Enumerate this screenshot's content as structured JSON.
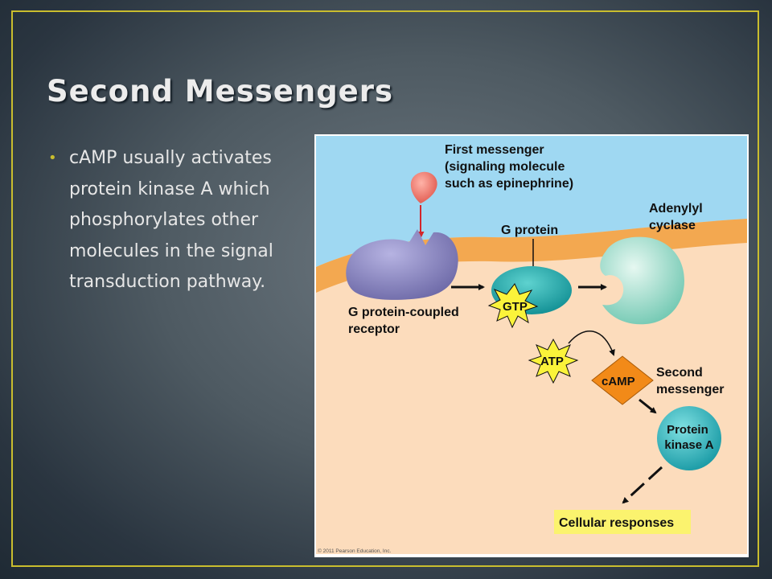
{
  "slide": {
    "title": "Second Messengers",
    "bullet": "cAMP usually activates protein kinase A which phosphorylates other molecules in the signal transduction pathway."
  },
  "diagram": {
    "first_messenger": [
      "First messenger",
      "(signaling molecule",
      "such as epinephrine)"
    ],
    "g_protein": "G protein",
    "adenylyl_cyclase": [
      "Adenylyl",
      "cyclase"
    ],
    "gpcr": [
      "G protein-coupled",
      "receptor"
    ],
    "gtp": "GTP",
    "atp": "ATP",
    "camp": "cAMP",
    "second_messenger": [
      "Second",
      "messenger"
    ],
    "protein_kinase": [
      "Protein",
      "kinase A"
    ],
    "cellular_responses": "Cellular responses",
    "copyright": "© 2011 Pearson Education, Inc."
  },
  "colors": {
    "frame_border": "#c9bd2e",
    "extracellular": "#9fd8f2",
    "membrane": "#f3a850",
    "cytoplasm": "#fcdcbc",
    "receptor": "#8a86c4",
    "g_protein": "#1fa6a8",
    "adenylyl_cyclase": "#a8e0d0",
    "camp_diamond": "#f28a18",
    "responses_box": "#fbf36e"
  }
}
